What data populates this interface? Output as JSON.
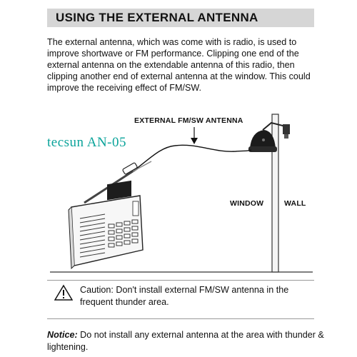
{
  "header": {
    "title": "USING THE EXTERNAL ANTENNA"
  },
  "intro": {
    "text": "The external antenna, which was come with is radio, is used to improve shortwave or FM performance.  Clipping one end of the external antenna on the extendable antenna of this radio, then clipping another end of external antenna at the window.  This could improve the receiving effect of FM/SW."
  },
  "diagram": {
    "antenna_label": "EXTERNAL FM/SW ANTENNA",
    "brand_label": "tecsun  AN-05",
    "window_label": "WINDOW",
    "wall_label": "WALL"
  },
  "caution": {
    "text": "Caution: Don't install external FM/SW antenna in the frequent thunder area."
  },
  "notice": {
    "label": "Notice:",
    "text": " Do not install any external antenna at the area with thunder & lightening."
  },
  "icons": {
    "warning": "warning-triangle-icon"
  }
}
